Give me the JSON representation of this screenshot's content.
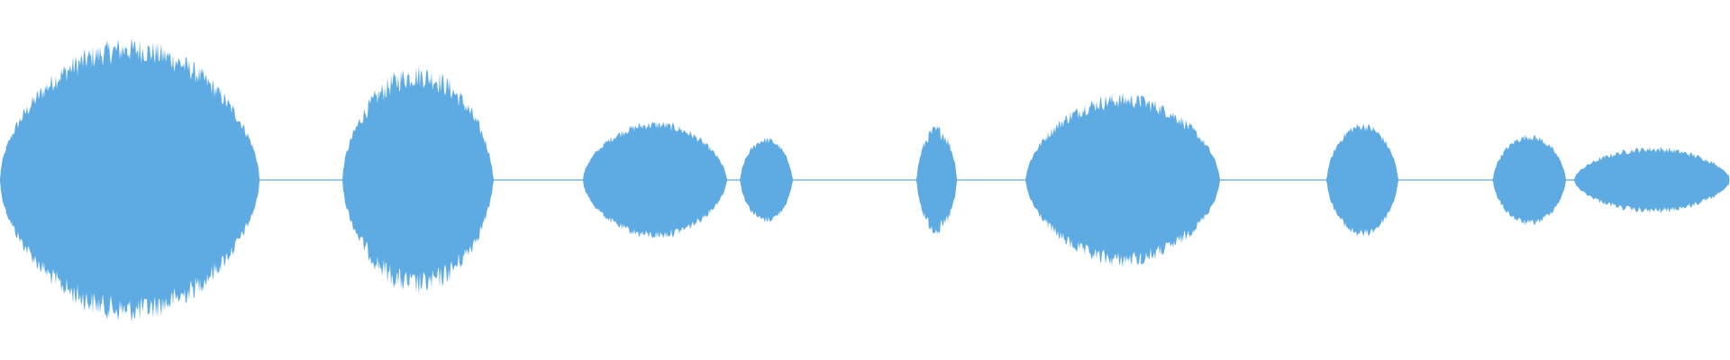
{
  "waveform": {
    "color": "#5dabe2",
    "background": "#ffffff",
    "bursts": [
      {
        "start": 0.0,
        "end": 0.15,
        "peak": 0.85,
        "noise": 0.1
      },
      {
        "start": 0.198,
        "end": 0.285,
        "peak": 0.68,
        "noise": 0.12
      },
      {
        "start": 0.337,
        "end": 0.42,
        "peak": 0.36,
        "noise": 0.08
      },
      {
        "start": 0.428,
        "end": 0.458,
        "peak": 0.26,
        "noise": 0.08
      },
      {
        "start": 0.53,
        "end": 0.553,
        "peak": 0.32,
        "noise": 0.14
      },
      {
        "start": 0.593,
        "end": 0.705,
        "peak": 0.52,
        "noise": 0.1
      },
      {
        "start": 0.767,
        "end": 0.808,
        "peak": 0.35,
        "noise": 0.08
      },
      {
        "start": 0.863,
        "end": 0.905,
        "peak": 0.28,
        "noise": 0.08
      },
      {
        "start": 0.91,
        "end": 1.0,
        "peak": 0.2,
        "noise": 0.1
      }
    ],
    "spikes": [
      {
        "at": 0.073,
        "amp": 0.86
      },
      {
        "at": 0.078,
        "amp": 0.82
      },
      {
        "at": 0.66,
        "amp": 0.55
      }
    ]
  }
}
